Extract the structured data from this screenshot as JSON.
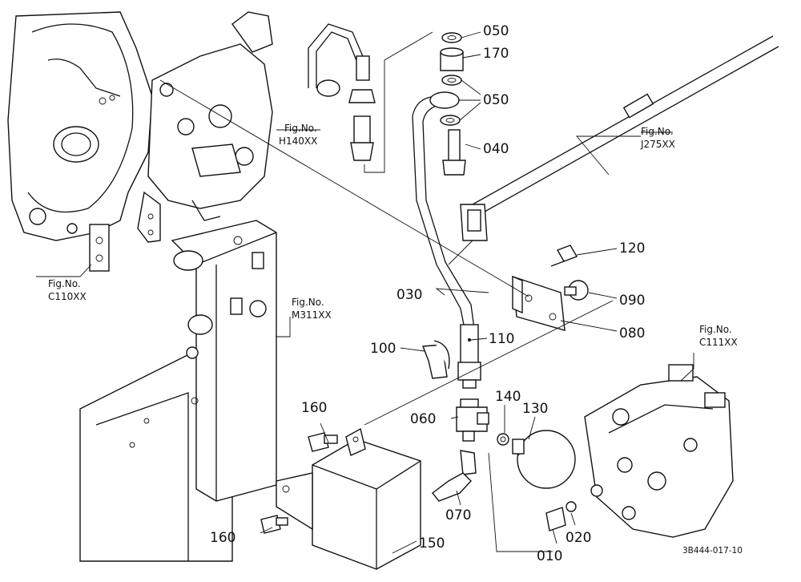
{
  "figure_refs": {
    "h140": {
      "line1": "Fig.No.",
      "line2": "H140XX"
    },
    "j275": {
      "line1": "Fig.No.",
      "line2": "J275XX"
    },
    "c110": {
      "line1": "Fig.No.",
      "line2": "C110XX"
    },
    "m311": {
      "line1": "Fig.No.",
      "line2": "M311XX"
    },
    "c111": {
      "line1": "Fig.No.",
      "line2": "C111XX"
    }
  },
  "callouts": {
    "p050a": "050",
    "p170": "170",
    "p050b": "050",
    "p040": "040",
    "p120": "120",
    "p030": "030",
    "p090": "090",
    "p080": "080",
    "p100": "100",
    "p110": "110",
    "p160a": "160",
    "p140": "140",
    "p130": "130",
    "p060": "060",
    "p070": "070",
    "p160b": "160",
    "p150": "150",
    "p010": "010",
    "p020": "020"
  },
  "drawing_code": "3B444-017-10"
}
